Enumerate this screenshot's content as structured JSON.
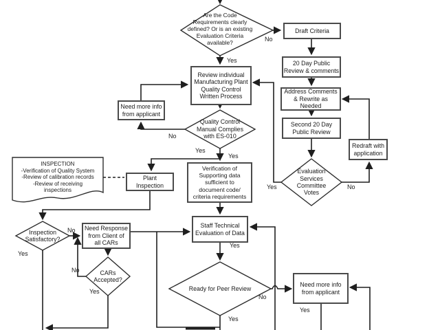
{
  "diagram": {
    "type": "flowchart",
    "background_color": "#ffffff",
    "line_color": "#1f1f1f",
    "box_border_color": "#4a4a4a",
    "nodes": {
      "start_decision": "Are the Code\nRequirements clearly\ndefined? Or is an existing\nEvaluation Criteria\navailable?",
      "draft_criteria": "Draft Criteria",
      "public_review_20day": "20 Day Public\nReview & comments",
      "address_comments": "Address Comments\n& Rewrite as\nNeeded",
      "second_20day_review": "Second 20 Day\nPublic Review",
      "redraft": "Redraft with\napplication",
      "committee_votes": "Evaluation\nServices\nCommittee\nVotes",
      "review_plant_process": "Review individual\nManufacturing Plant\nQuality Control\nWritten Process",
      "need_info_top": "Need more info\nfrom applicant",
      "qc_manual_complies": "Quality Control\nManual Complies\nwith ES-010",
      "inspection_document": "INSPECTION\n-Verification of Quality System\n-Review of calibration records\n-Review of receiving\ninspections",
      "plant_inspection": "Plant\nInspection",
      "verification_data": "Verification of\nSupporting data\nsufficient to\ndocument code/\ncriteria requirements",
      "staff_evaluation": "Staff Technical\nEvaluation of Data",
      "inspection_satisfactory": "Inspection\nSatisfactory?",
      "need_response_cars": "Need Response\nfrom Client of\nall CARs",
      "cars_accepted": "CARs\nAccepted?",
      "ready_peer_review": "Ready for Peer Review",
      "need_info_bottom": "Need more info\nfrom applicant"
    },
    "edge_labels": {
      "start_no": "No",
      "start_yes": "Yes",
      "qc_no": "No",
      "qc_yes_left": "Yes",
      "qc_yes_right": "Yes",
      "committee_yes": "Yes",
      "committee_no": "No",
      "insp_no": "No",
      "insp_yes": "Yes",
      "cars_no": "No",
      "cars_yes": "Yes",
      "staff_yes": "Yes",
      "ready_no": "No",
      "ready_yes": "Yes",
      "need_info_yes": "Yes"
    }
  }
}
